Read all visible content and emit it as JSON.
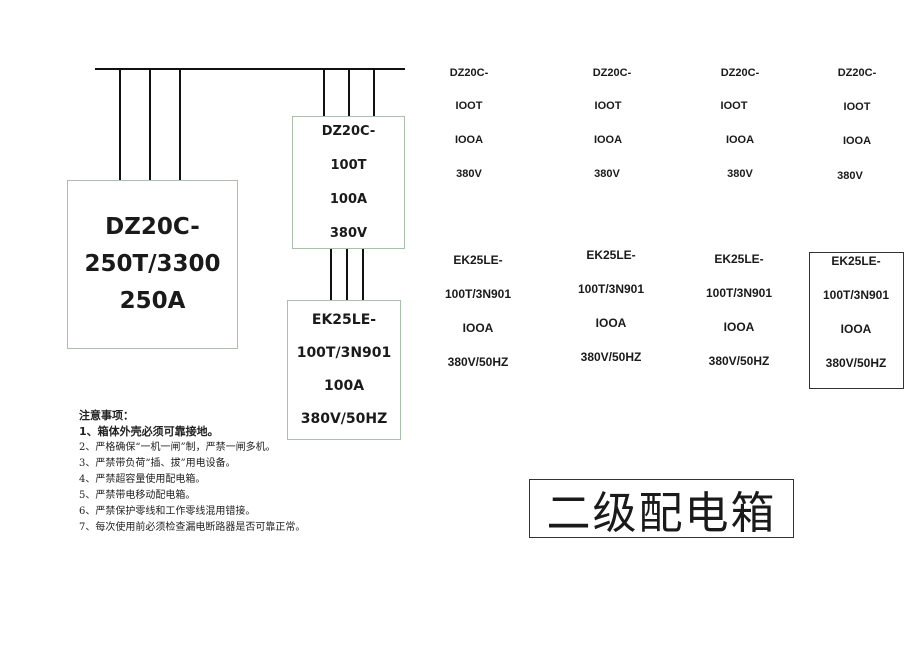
{
  "main_breaker": {
    "lines": [
      "DZ20C-",
      "250T/3300",
      "250A"
    ]
  },
  "branch_breaker": {
    "lines": [
      "DZ20C-",
      "100T",
      "100A",
      "380V"
    ]
  },
  "branch_leakage": {
    "lines": [
      "EK25LE-",
      "100T/3N901",
      "100A",
      "380V/50HZ"
    ]
  },
  "dz_columns": [
    [
      "DZ20C-",
      "IOOT",
      "IOOA",
      "380V"
    ],
    [
      "DZ20C-",
      "IOOT",
      "IOOA",
      "380V"
    ],
    [
      "DZ20C-",
      "IOOT",
      "IOOA",
      "380V"
    ],
    [
      "DZ20C-",
      "IOOT",
      "IOOA",
      "380V"
    ]
  ],
  "ek_columns": [
    [
      "EK25LE-",
      "100T/3N901",
      "IOOA",
      "380V/50HZ"
    ],
    [
      "EK25LE-",
      "100T/3N901",
      "IOOA",
      "380V/50HZ"
    ],
    [
      "EK25LE-",
      "100T/3N901",
      "IOOA",
      "380V/50HZ"
    ],
    [
      "EK25LE-",
      "100T/3N901",
      "IOOA",
      "380V/50HZ"
    ]
  ],
  "notes": {
    "title": "注意事项：",
    "items": [
      "1、箱体外壳必须可靠接地。",
      "2、严格确保“一机一闸”制，严禁一闸多机。",
      "3、严禁带负荷“插、拔”用电设备。",
      "4、严禁超容量使用配电箱。",
      "5、严禁带电移动配电箱。",
      "6、严禁保护零线和工作零线混用错接。",
      "7、每次使用前必须检查漏电断路器是否可靠正常。"
    ]
  },
  "box_title": "二级配电箱"
}
